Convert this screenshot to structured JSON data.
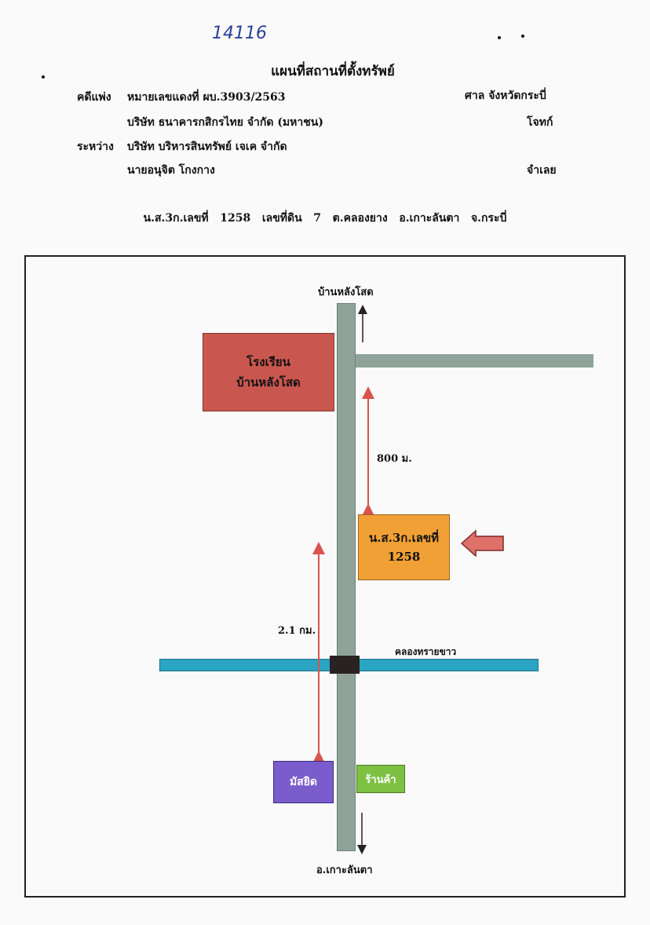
{
  "handwritten_note": "14116",
  "doc_title": "แผนที่สถานที่ตั้งทรัพย์",
  "case": {
    "type_label": "คดีแพ่ง",
    "number": "หมายเลขแดงที่  ผบ.3903/2563",
    "court": "ศาล จังหวัดกระบี่",
    "plaintiff_name": "บริษัท ธนาคารกสิกรไทย จำกัด (มหาชน)",
    "plaintiff_role": "โจทก์",
    "between_label": "ระหว่าง",
    "defendant_1": "บริษัท บริหารสินทรัพย์ เจเค จำกัด",
    "defendant_2": "นายอนุจิต  โกงกาง",
    "defendant_role": "จำเลย"
  },
  "property_line": "น.ส.3ก.เลขที่   1258   เลขที่ดิน   7   ต.คลองยาง   อ.เกาะลันตา   จ.กระบี่",
  "map": {
    "north_label": "บ้านหลังโสด",
    "south_label": "อ.เกาะลันตา",
    "school": {
      "line1": "โรงเรียน",
      "line2": "บ้านหลังโสด",
      "color": "#c9574f"
    },
    "property": {
      "line1": "น.ส.3ก.เลขที่",
      "line2": "1258",
      "color": "#f0a035"
    },
    "dist_to_school": "800 ม.",
    "dist_to_mosque": "2.1 กม.",
    "canal_label": "คลองทรายขาว",
    "mosque": {
      "label": "มัสยิด",
      "color": "#7a5ccc"
    },
    "shop": {
      "label": "ร้านค้า",
      "color": "#7ec142"
    },
    "arrow_color": "#d9534f",
    "road_color": "#8fa39a",
    "canal_color": "#2aa5c2"
  }
}
